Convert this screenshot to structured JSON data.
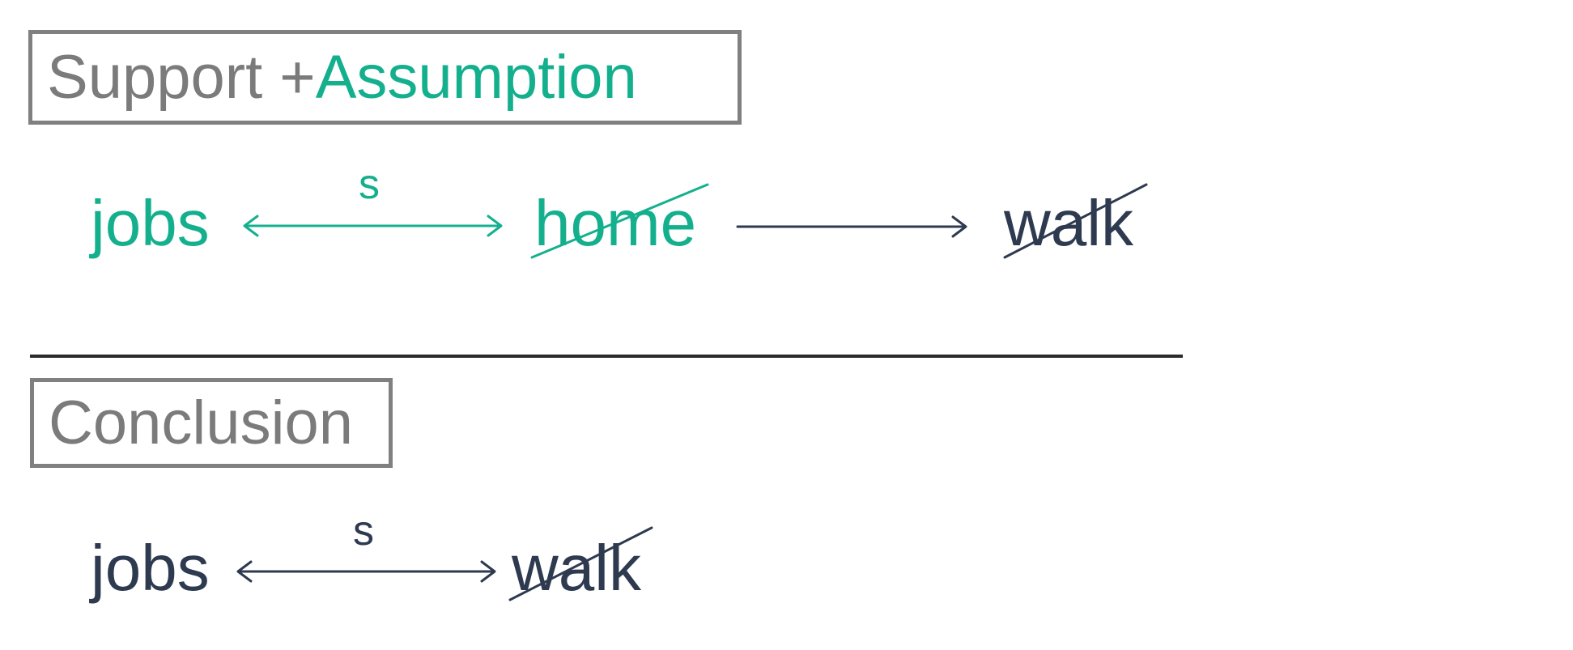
{
  "support_box": {
    "support_text": "Support + ",
    "assumption_text": "Assumption"
  },
  "premise_chain": {
    "word1": "jobs",
    "link_label": "s",
    "word2": "home",
    "word3": "walk"
  },
  "conclusion_box": {
    "text": "Conclusion"
  },
  "conclusion_chain": {
    "word1": "jobs",
    "link_label": "s",
    "word2": "walk"
  },
  "colors": {
    "teal": "#14b08e",
    "navy": "#2e3a4f",
    "gray": "#7b7b7b",
    "divider": "#2b2b2b"
  }
}
